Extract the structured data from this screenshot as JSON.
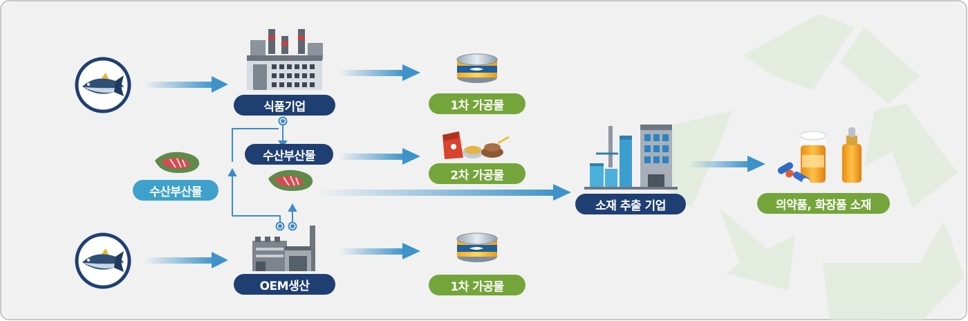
{
  "labels": {
    "food_company": "식품기업",
    "byproduct_top": "수산부산물",
    "byproduct_left": "수산부산물",
    "oem": "OEM생산",
    "primary_top": "1차 가공물",
    "secondary": "2차 가공물",
    "primary_bottom": "1차 가공물",
    "extraction": "소재 추출 기업",
    "pharma": "의약품, 화장품 소재"
  },
  "colors": {
    "navy": "#1f3f73",
    "green": "#74a53a",
    "teal": "#3ea1cc",
    "arrow": "#3d93c9",
    "background": "#f1f1f1"
  },
  "icons": [
    "tuna-fish-icon",
    "food-factory-icon",
    "oem-factory-icon",
    "tuna-can-icon",
    "pet-food-icon",
    "fish-byproduct-icon",
    "extraction-plant-icon",
    "medicine-icon",
    "recycle-watermark-icon"
  ]
}
